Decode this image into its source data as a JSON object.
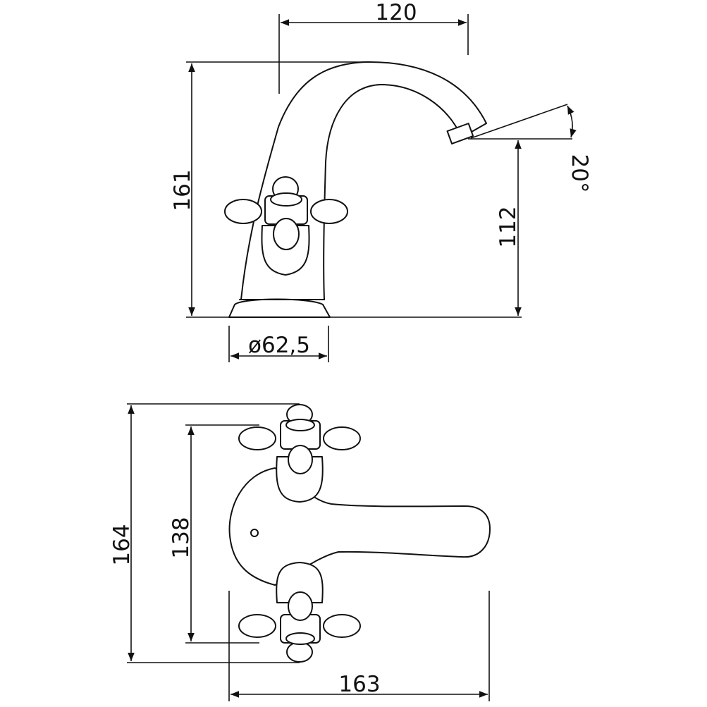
{
  "dimensions": {
    "top_width": "120",
    "total_height": "161",
    "outlet_height": "112",
    "angle": "20°",
    "base_diameter": "ø62,5",
    "plan_outer": "164",
    "plan_inner": "138",
    "plan_width": "163"
  }
}
